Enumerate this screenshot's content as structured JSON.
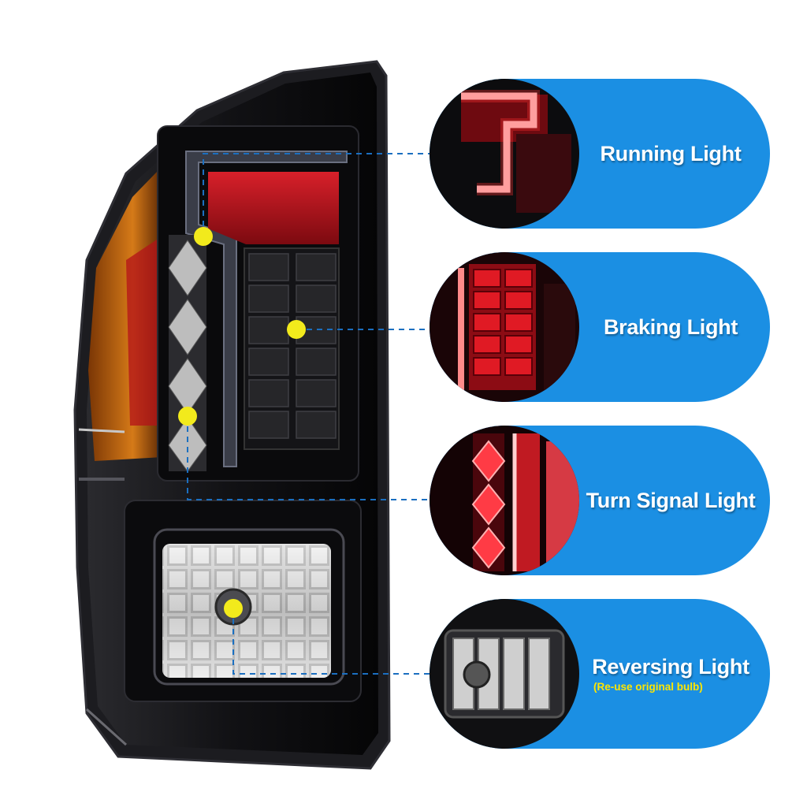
{
  "features": [
    {
      "label": "Running Light",
      "note": ""
    },
    {
      "label": "Braking Light",
      "note": ""
    },
    {
      "label": "Turn Signal Light",
      "note": ""
    },
    {
      "label": "Reversing Light",
      "note": "(Re-use original bulb)"
    }
  ],
  "colors": {
    "pill": "#1b8fe3",
    "marker": "#f2ea1c",
    "leader": "#1b6fc0",
    "housing": "#0d0d0f",
    "lens_red": "#b3121a",
    "amber": "#c2620a"
  },
  "icons": [
    "marker-dot-icon"
  ]
}
